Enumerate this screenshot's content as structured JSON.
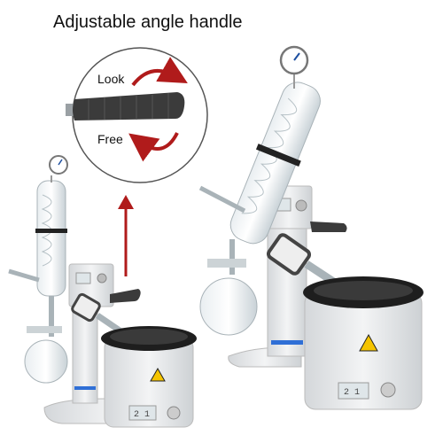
{
  "caption": {
    "title": "Adjustable angle handle"
  },
  "callout": {
    "lock_label": "Look",
    "free_label": "Free"
  },
  "left_unit": {
    "bath_display": "2 1",
    "controller_display": ""
  },
  "right_unit": {
    "bath_display": "2 1",
    "controller_display": ""
  },
  "colors": {
    "arrow": "#b01b1b",
    "glass": "#cfd8dc",
    "body": "#e6e8ea",
    "bath_top": "#1e1e1e",
    "accent_blue": "#2f6fd6"
  },
  "icons": [
    "rotate-arrow-icon",
    "up-arrow-icon",
    "warning-icon",
    "gauge-icon"
  ]
}
